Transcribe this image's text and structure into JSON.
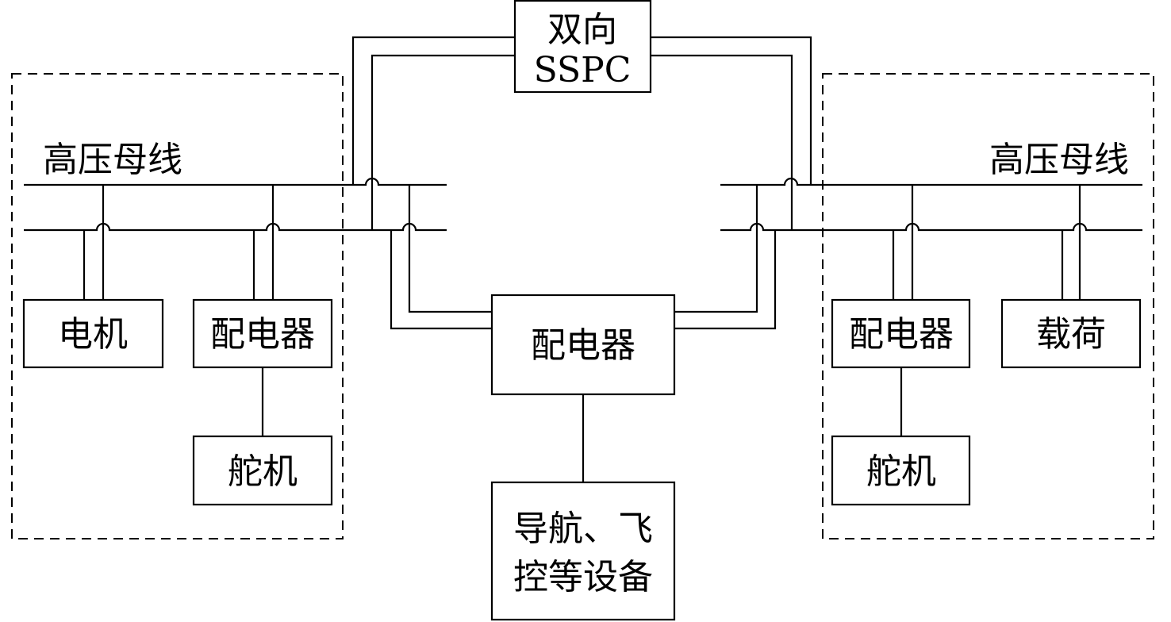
{
  "bus_left_label": "高压母线",
  "bus_right_label": "高压母线",
  "sspc": {
    "line1": "双向",
    "line2": "SSPC"
  },
  "left_group": {
    "motor": "电机",
    "distributor": "配电器",
    "servo": "舵机"
  },
  "center": {
    "distributor": "配电器",
    "equipment_line1": "导航、飞",
    "equipment_line2": "控等设备"
  },
  "right_group": {
    "distributor": "配电器",
    "payload": "载荷",
    "servo": "舵机"
  }
}
